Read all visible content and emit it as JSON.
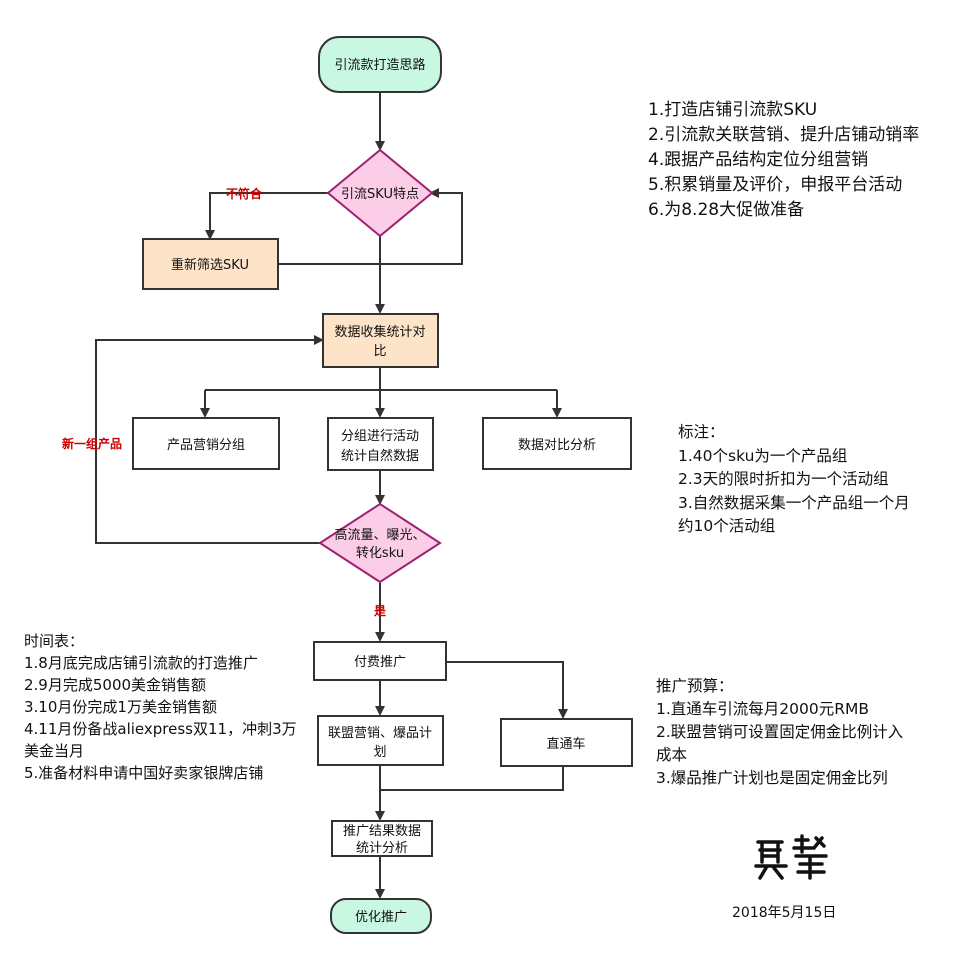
{
  "colors": {
    "start_end_fill": "#c8f7e2",
    "decision_fill": "#fbcde6",
    "decision_stroke": "#a02070",
    "process_fill": "#fde3c8",
    "box_fill": "#ffffff",
    "stroke": "#333333",
    "label_red": "#cc0000"
  },
  "flowchart": {
    "start": "引流款打造思路",
    "decision_sku": "引流SKU特点",
    "label_fail": "不符合",
    "reselect": "重新筛选SKU",
    "collect": [
      "数据收集统计对",
      "比"
    ],
    "group_products": "产品营销分组",
    "group_activity": [
      "分组进行活动",
      "统计自然数据"
    ],
    "compare": "数据对比分析",
    "decision_high": [
      "高流量、曝光、",
      "转化sku"
    ],
    "label_new_group": "新一组产品",
    "label_yes": "是",
    "paid_promo": "付费推广",
    "affiliate": [
      "联盟营销、爆品计",
      "划"
    ],
    "direct_train": "直通车",
    "results": [
      "推广结果数据",
      "统计分析"
    ],
    "optimize": "优化推广"
  },
  "notes": {
    "goals": [
      "1.打造店铺引流款SKU",
      "2.引流款关联营销、提升店铺动销率",
      "4.跟据产品结构定位分组营销",
      "5.积累销量及评价，申报平台活动",
      "6.为8.28大促做准备"
    ],
    "remark": [
      "标注：",
      "1.40个sku为一个产品组",
      "2.3天的限时折扣为一个活动组",
      "3.自然数据采集一个产品组一个月约10个活动组"
    ],
    "schedule": [
      "时间表：",
      "1.8月底完成店铺引流款的打造推广",
      "2.9月完成5000美金销售额",
      "3.10月份完成1万美金销售额",
      "4.11月份备战aliexpress双11，冲刺3万美金当月",
      "5.准备材料申请中国好卖家银牌店铺"
    ],
    "budget": [
      "推广预算：",
      "1.直通车引流每月2000元RMB",
      "2.联盟营销可设置固定佣金比例计入成本",
      "3.爆品推广计划也是固定佣金比列"
    ],
    "date": "2018年5月15日"
  }
}
